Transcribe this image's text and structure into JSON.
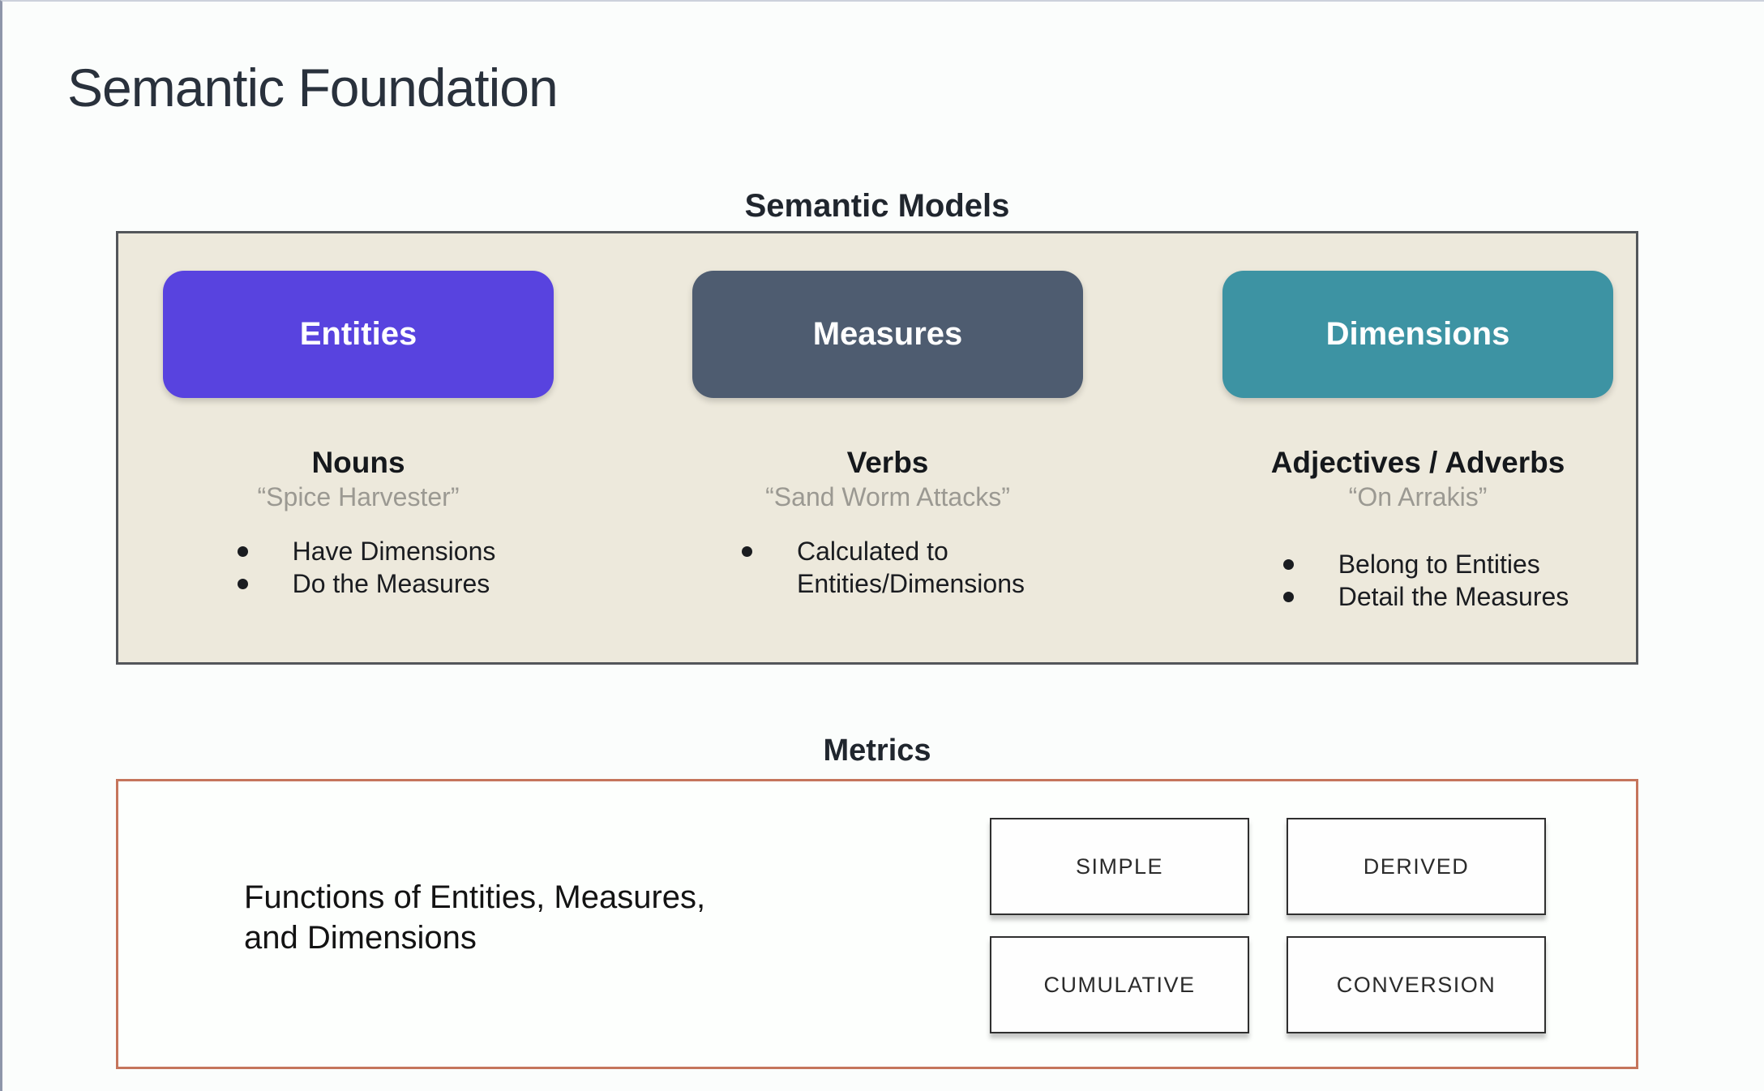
{
  "slide": {
    "title": "Semantic Foundation"
  },
  "semantic_models": {
    "heading": "Semantic Models",
    "panel_background": "#ede9dc",
    "columns": [
      {
        "label": "Entities",
        "color": "#5843df",
        "part_of_speech": "Nouns",
        "example": "“Spice Harvester”",
        "bullets": [
          "Have Dimensions",
          "Do the Measures"
        ]
      },
      {
        "label": "Measures",
        "color": "#4e5c70",
        "part_of_speech": "Verbs",
        "example": "“Sand Worm Attacks”",
        "bullets": [
          "Calculated to Entities/Dimensions"
        ]
      },
      {
        "label": "Dimensions",
        "color": "#3d93a3",
        "part_of_speech": "Adjectives / Adverbs",
        "example": "“On Arrakis”",
        "bullets": [
          "Belong to Entities",
          "Detail the Measures"
        ]
      }
    ]
  },
  "metrics": {
    "heading": "Metrics",
    "border_color": "#c5755c",
    "description_line1": "Functions of Entities, Measures,",
    "description_line2": "and Dimensions",
    "types": [
      "SIMPLE",
      "DERIVED",
      "CUMULATIVE",
      "CONVERSION"
    ]
  }
}
